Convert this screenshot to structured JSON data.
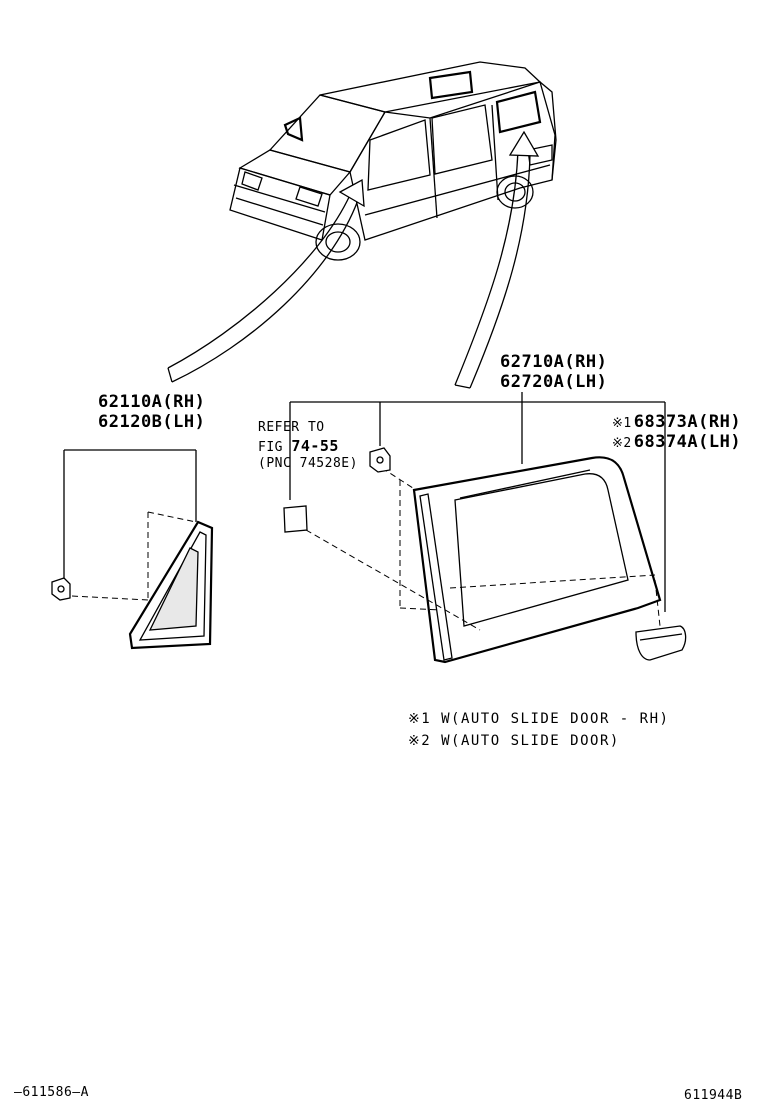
{
  "parts": {
    "front_quarter_rh": "62110A(RH)",
    "front_quarter_lh": "62120B(LH)",
    "rear_quarter_rh": "62710A(RH)",
    "rear_quarter_lh": "62720A(LH)",
    "garnish_rh": "68373A(RH)",
    "garnish_lh": "68374A(LH)",
    "garnish_rh_mark": "※1",
    "garnish_lh_mark": "※2"
  },
  "refer": {
    "line1": "REFER TO",
    "line2_prefix": "FIG",
    "line2_num": "74-55",
    "line3": "(PNC 74528E)"
  },
  "notes": [
    "※1 W(AUTO SLIDE DOOR - RH)",
    "※2 W(AUTO SLIDE DOOR)"
  ],
  "footer": {
    "left_code": "—611586—A",
    "right_code": "611944B"
  }
}
